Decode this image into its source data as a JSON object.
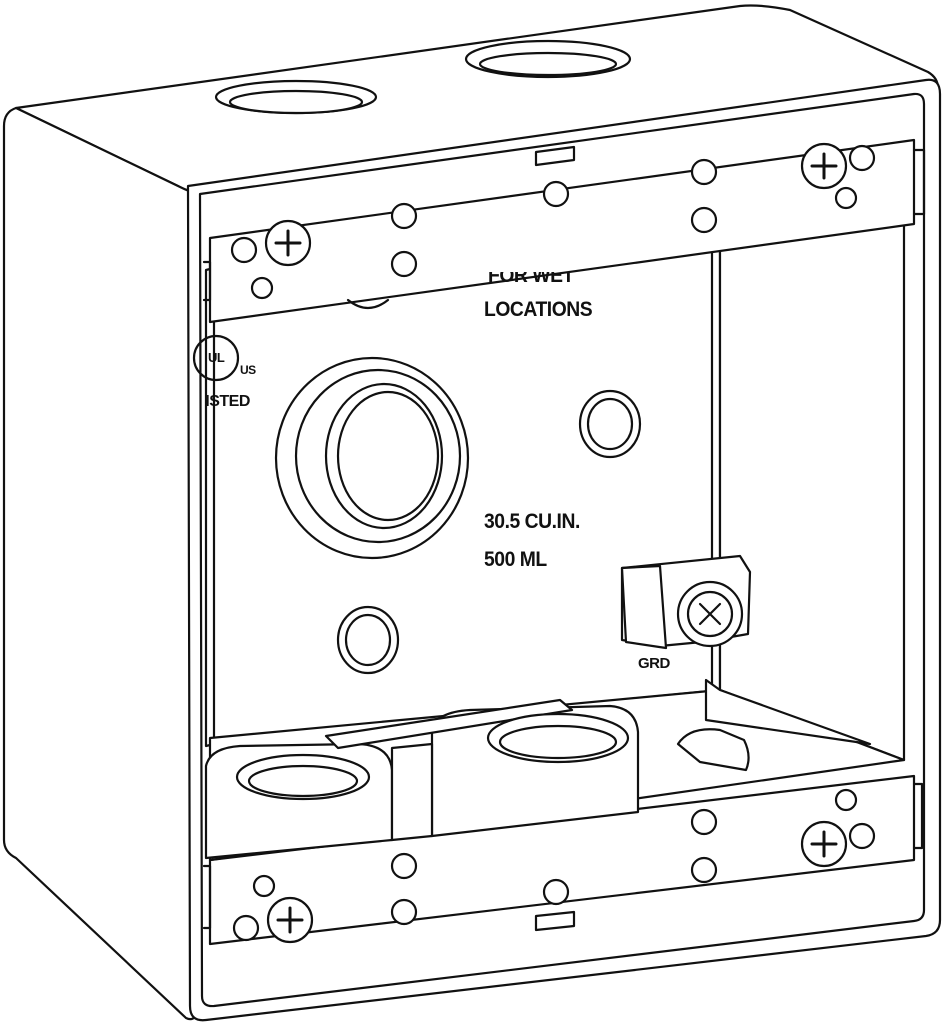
{
  "figure": {
    "labels": {
      "for_wet": "FOR WET",
      "locations": "LOCATIONS",
      "capacity_cu_in": "30.5 CU.IN.",
      "capacity_ml": "500 ML",
      "ground": "GRD",
      "ul": "UL",
      "us": "US",
      "listed": "LISTED"
    },
    "colors": {
      "line": "#111111",
      "fill": "#ffffff"
    }
  }
}
